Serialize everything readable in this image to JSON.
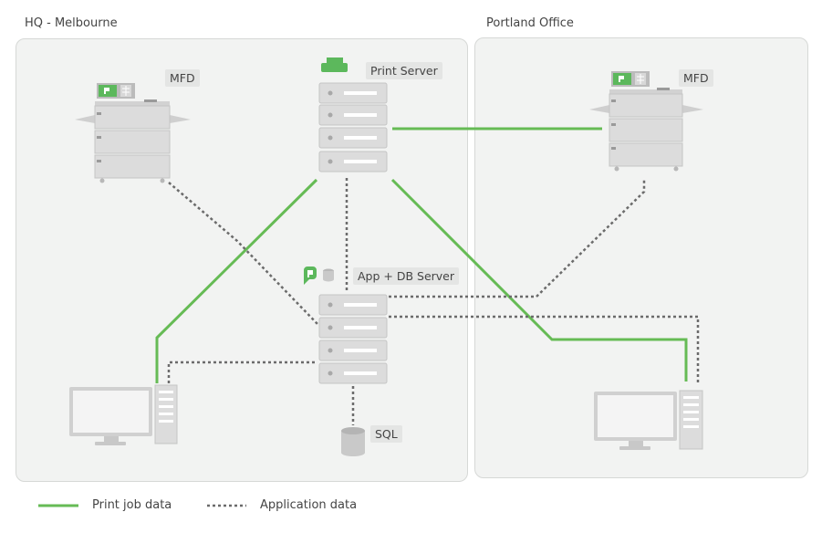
{
  "regions": {
    "hq": {
      "title": "HQ - Melbourne"
    },
    "portland": {
      "title": "Portland Office"
    }
  },
  "nodes": {
    "mfd_hq": {
      "label": "MFD"
    },
    "print_server": {
      "label": "Print Server"
    },
    "app_db_server": {
      "label": "App + DB Server"
    },
    "sql": {
      "label": "SQL"
    },
    "mfd_portland": {
      "label": "MFD"
    }
  },
  "legend": {
    "print_job": "Print job data",
    "application": "Application data"
  },
  "colors": {
    "print_job_line": "#66bb55",
    "application_line": "#6b6b6b",
    "brand_green": "#5cb85c"
  }
}
